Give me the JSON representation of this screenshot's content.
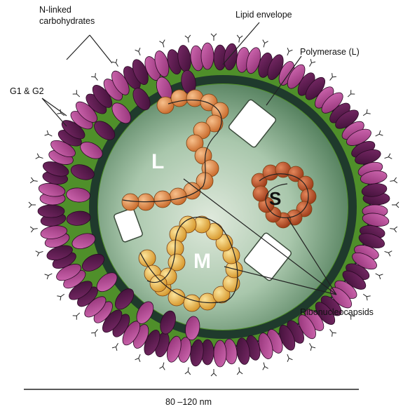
{
  "labels": {
    "n_linked_line1": "N-linked",
    "n_linked_line2": "carbohydrates",
    "lipid_envelope": "Lipid envelope",
    "polymerase": "Polymerase (L)",
    "g1_g2": "G1 & G2",
    "ribonucleocapsids": "Ribonucleocapsids",
    "segment_l": "L",
    "segment_m": "M",
    "segment_s": "S",
    "scale": "80 –120 nm"
  },
  "colors": {
    "glycoprotein_dark": "#5a1a4f",
    "glycoprotein_light": "#b0428f",
    "envelope": "#1f3a2c",
    "outer_band": "#4f8f2a",
    "interior": "#a9c7ac",
    "segment_l": "#e08a3c",
    "segment_m": "#e8b43c",
    "segment_s": "#c0502a"
  }
}
